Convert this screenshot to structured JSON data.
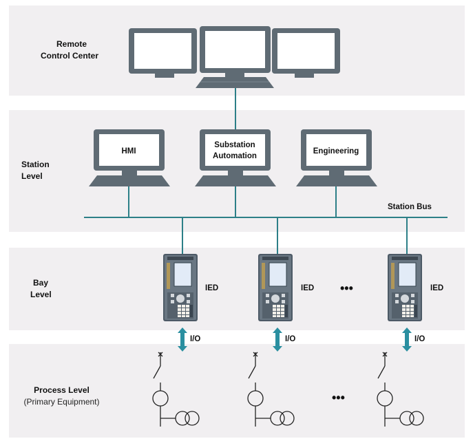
{
  "levels": {
    "remote": {
      "line1": "Remote",
      "line2": "Control Center"
    },
    "station": {
      "line1": "Station",
      "line2": "Level"
    },
    "bay": {
      "line1": "Bay",
      "line2": "Level"
    },
    "process": {
      "line1": "Process Level",
      "line2": "(Primary Equipment)"
    }
  },
  "station_terminals": [
    {
      "line1": "HMI",
      "line2": ""
    },
    {
      "line1": "Substation",
      "line2": "Automation"
    },
    {
      "line1": "Engineering",
      "line2": ""
    }
  ],
  "bus_label": "Station Bus",
  "ied_label": "IED",
  "io_label": "I/O",
  "ellipsis": "•••",
  "colors": {
    "band": "#f1eff1",
    "line": "#2c7f87",
    "arrow": "#2a8fa0",
    "monitor": "#5f6b74",
    "screen": "#ffffff"
  }
}
